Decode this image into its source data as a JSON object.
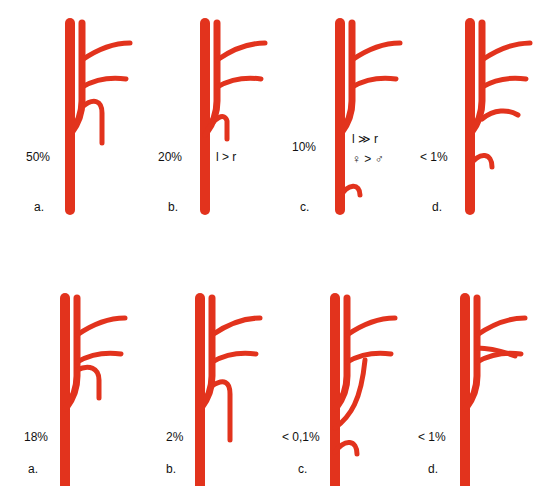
{
  "diagram": {
    "labels": [
      "50%",
      "a.",
      "20%",
      "l > r",
      "b.",
      "10%",
      "l ≫ r",
      "♀ > ♂",
      "c.",
      "< 1%",
      "d.",
      "18%",
      "a.",
      "2%",
      "b.",
      "< 0,1%",
      "c.",
      "< 1%",
      "d."
    ]
  }
}
